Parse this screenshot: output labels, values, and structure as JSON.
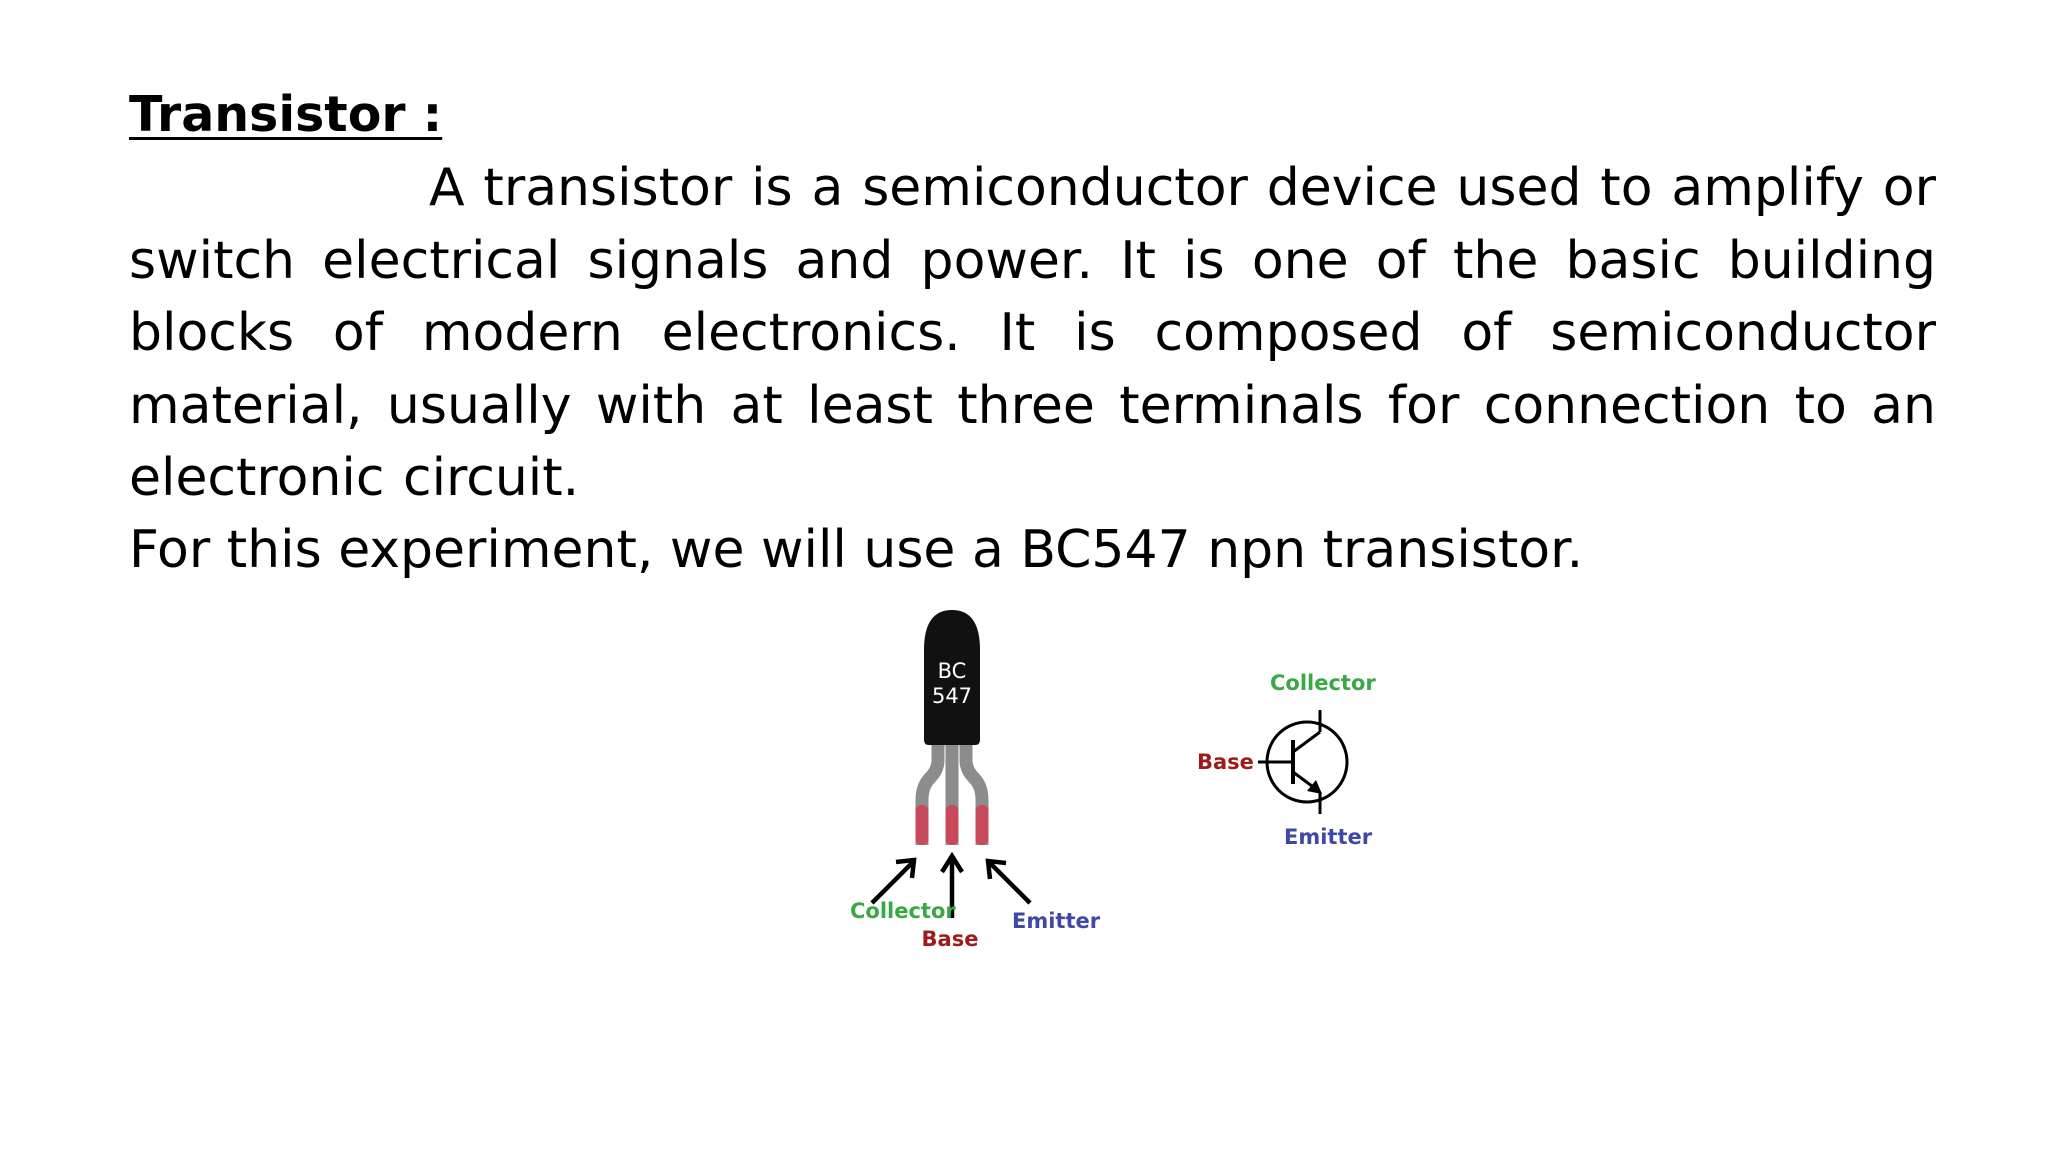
{
  "slide": {
    "title": "Transistor :",
    "paragraph": "A transistor is a semiconductor device used to amplify or switch electrical signals and power. It is one of the basic building blocks of modern electronics. It is composed of semiconductor material, usually with at least three terminals for connection to an electronic circuit.",
    "note": "For this experiment, we will use a BC547 npn transistor."
  },
  "figure": {
    "package": {
      "marking_line1": "BC",
      "marking_line2": "547",
      "label_collector": "Collector",
      "label_base": "Base",
      "label_emitter": "Emitter"
    },
    "symbol": {
      "label_collector": "Collector",
      "label_base": "Base",
      "label_emitter": "Emitter"
    },
    "colors": {
      "collector": "#3aa845",
      "base": "#9e1b1b",
      "emitter": "#3f47a8",
      "lead_tip": "#c94a5a",
      "lead": "#8c8c8c",
      "body": "#111111"
    }
  }
}
